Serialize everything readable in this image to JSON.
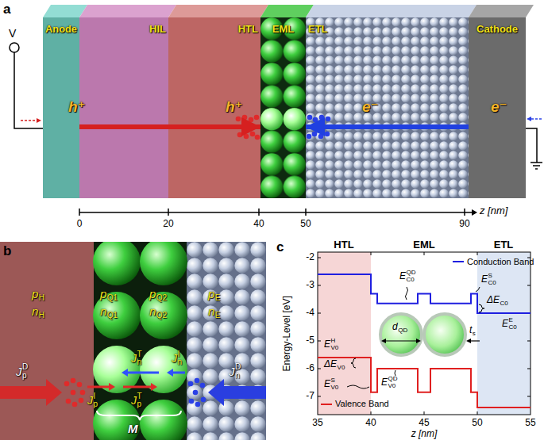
{
  "diagram": {
    "nodes": [
      {
        "text": [
          "Anode"
        ]
      },
      {
        "text": [
          "HIL"
        ]
      },
      {
        "text": [
          "HTL"
        ]
      },
      {
        "text": [
          "EML"
        ]
      },
      {
        "text": [
          "ETL"
        ]
      },
      {
        "text": [
          "Cathode"
        ]
      }
    ],
    "edges": [
      {
        "from": 0,
        "to": 3,
        "arrow": "to"
      },
      {
        "from": 5,
        "to": 3,
        "arrow": "to"
      }
    ],
    "labels": [
      "a",
      "V",
      "h⁺",
      "h⁺",
      "e⁻",
      "e⁻",
      "0",
      "20",
      "40",
      "50",
      "90",
      "z [nm]",
      "b",
      "p",
      "H",
      "n",
      "H",
      "p",
      "Q1",
      "n",
      "Q1",
      "p",
      "Q2",
      "n",
      "Q2",
      "p",
      "E",
      "n",
      "E",
      "J",
      "D",
      "p",
      "J",
      "T",
      "n",
      "J",
      "I",
      "n",
      "J",
      "D",
      "n",
      "J",
      "I",
      "p",
      "J",
      "T",
      "p",
      "M",
      "c",
      "HTL",
      "EML",
      "ETL",
      "-2",
      "-3",
      "-4",
      "-5",
      "-6",
      "-7",
      "35",
      "40",
      "45",
      "50",
      "55",
      "Energy-Level [eV]",
      "z [nm]",
      "E",
      "S",
      "C0",
      "E",
      "QD",
      "C0",
      "ΔE",
      "C0",
      "E",
      "E",
      "C0",
      "E",
      "H",
      "V0",
      "ΔE",
      "V0",
      "E",
      "S",
      "V0",
      "E",
      "QD",
      "V0",
      "d",
      "QD",
      "t",
      "s"
    ],
    "legend": [
      {
        "text": "Conduction Band"
      },
      {
        "text": "Valence Band"
      }
    ]
  }
}
